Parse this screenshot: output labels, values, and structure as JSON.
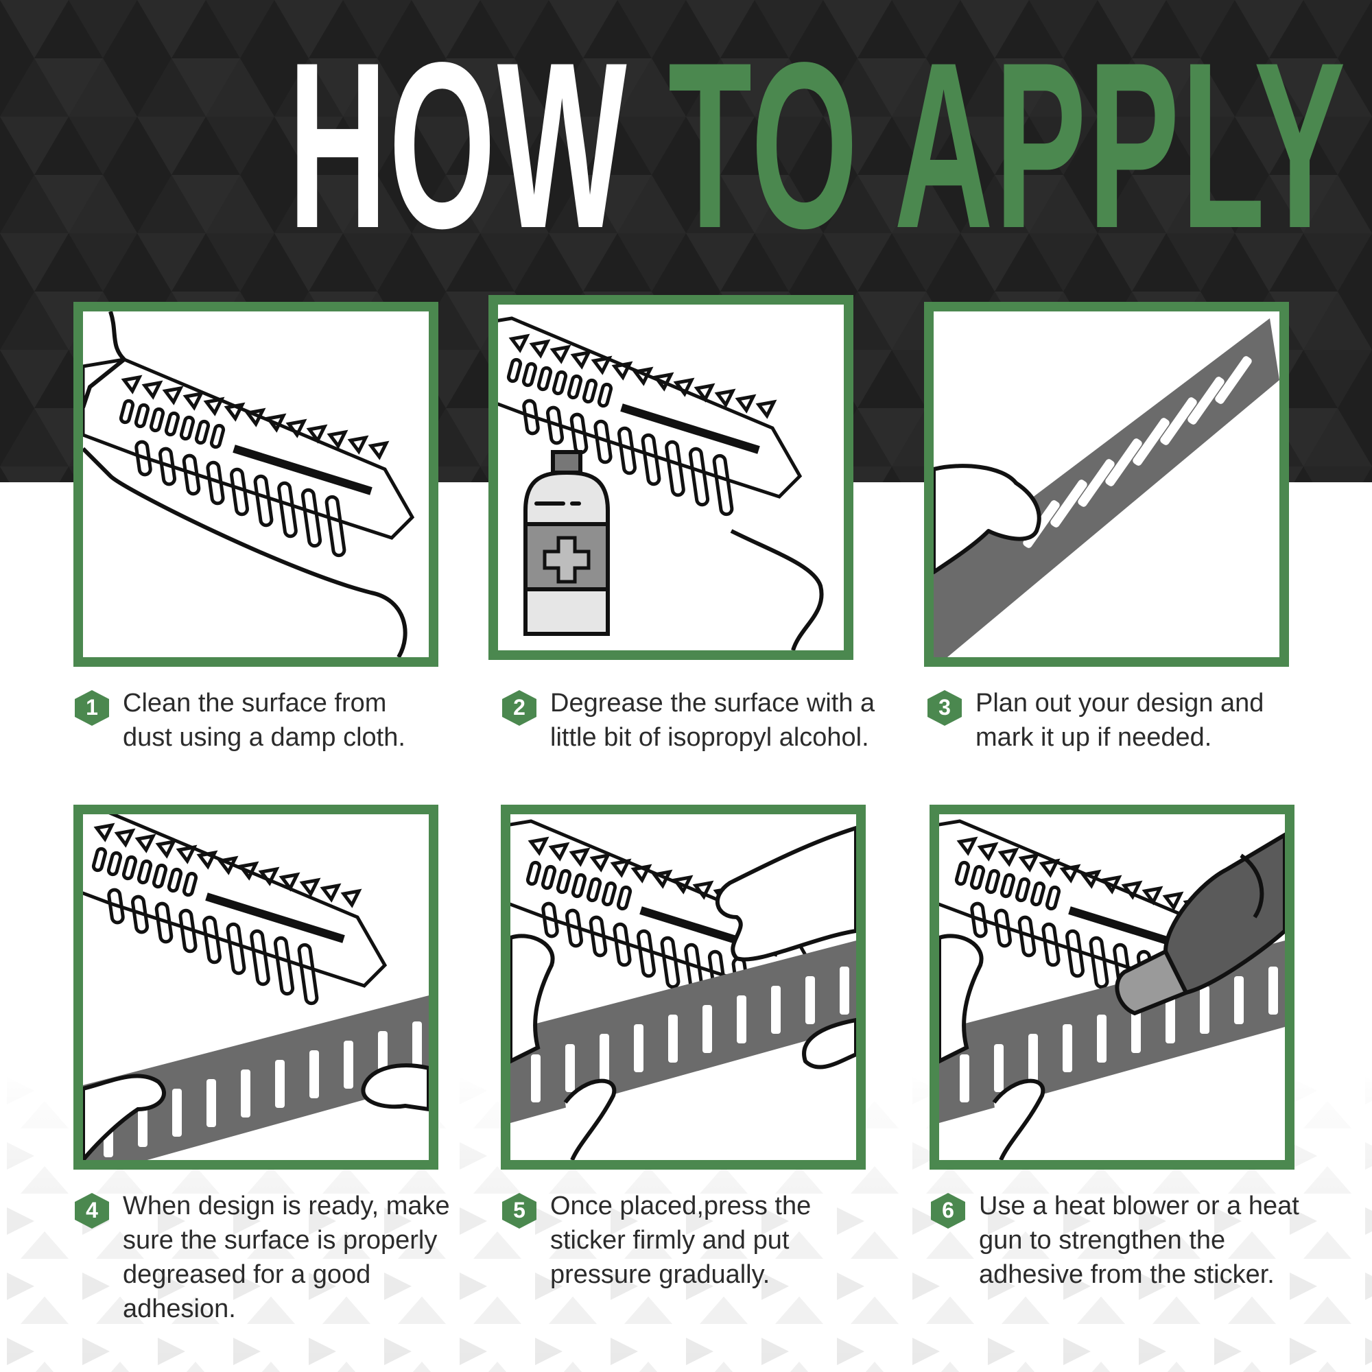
{
  "header": {
    "title_white": "HOW",
    "title_green": "TO APPLY"
  },
  "colors": {
    "accent_green": "#4b884f",
    "dark_band": "#1f1f1f",
    "text": "#2b2b2b",
    "sticker_gray": "#6b6b6b"
  },
  "steps": [
    {
      "number": "1",
      "text": "Clean the surface from dust using a damp cloth.",
      "illustration": "surface-outline"
    },
    {
      "number": "2",
      "text": "Degrease the surface with a little bit of isopropyl alcohol.",
      "illustration": "alcohol-bottle-icon"
    },
    {
      "number": "3",
      "text": "Plan out your design and mark it up if needed.",
      "illustration": "hand-holding-sticker"
    },
    {
      "number": "4",
      "text": "When design is ready, make sure the surface is properly degreased for a good adhesion.",
      "illustration": "hands-aligning-sticker"
    },
    {
      "number": "5",
      "text": "Once placed,press the sticker firmly and put pressure gradually.",
      "illustration": "hands-pressing-sticker"
    },
    {
      "number": "6",
      "text": "Use a heat blower or a heat gun to strengthen the adhesive from the sticker.",
      "illustration": "heat-gun-icon"
    }
  ]
}
